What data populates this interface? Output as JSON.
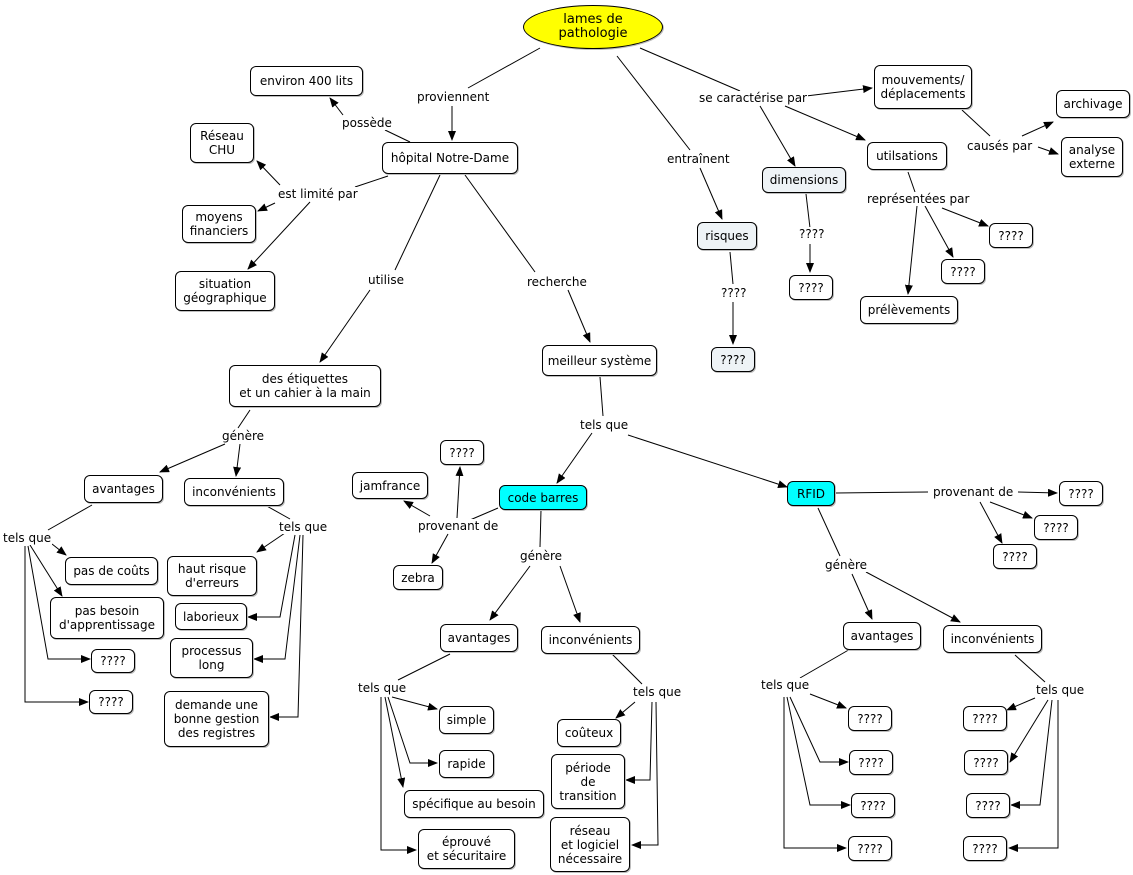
{
  "nodes": {
    "root": "lames de pathologie",
    "hopital": "hôpital Notre-Dame",
    "lits": "environ 400 lits",
    "reseau_chu": "Réseau\nCHU",
    "moyens": "moyens\nfinanciers",
    "situation": "situation\ngéographique",
    "etiquettes": "des étiquettes\net un cahier à la main",
    "avantages1": "avantages",
    "inconv1": "inconvénients",
    "pas_couts": "pas de coûts",
    "pas_besoin": "pas besoin\nd'apprentissage",
    "q_a1": "????",
    "q_a2": "????",
    "haut_risque": "haut risque\nd'erreurs",
    "laborieux": "laborieux",
    "processus": "processus\nlong",
    "demande": "demande une\nbonne gestion\ndes registres",
    "meilleur": "meilleur système",
    "code_barres": "code barres",
    "rfid": "RFID",
    "jamfrance": "jamfrance",
    "q_cb": "????",
    "zebra": "zebra",
    "avantages2": "avantages",
    "inconv2": "inconvénients",
    "simple": "simple",
    "rapide": "rapide",
    "specifique": "spécifique au besoin",
    "eprouve": "éprouvé\net sécuritaire",
    "couteux": "coûteux",
    "periode": "période\nde\ntransition",
    "reseau_log": "réseau\net logiciel\nnécessaire",
    "q_rf1": "????",
    "q_rf2": "????",
    "q_rf3": "????",
    "avantages3": "avantages",
    "inconv3": "inconvénients",
    "q_av3_1": "????",
    "q_av3_2": "????",
    "q_av3_3": "????",
    "q_av3_4": "????",
    "q_in3_1": "????",
    "q_in3_2": "????",
    "q_in3_3": "????",
    "q_in3_4": "????",
    "risques": "risques",
    "q_risques": "????",
    "dimensions": "dimensions",
    "q_dim": "????",
    "mouvements": "mouvements/\ndéplacements",
    "archivage": "archivage",
    "analyse": "analyse\nexterne",
    "utilisations": "utilsations",
    "q_ut1": "????",
    "q_ut2": "????",
    "prelevements": "prélèvements"
  },
  "links": {
    "proviennent": "proviennent",
    "possede": "possède",
    "est_limite": "est limité par",
    "utilise": "utilise",
    "recherche": "recherche",
    "genere1": "génère",
    "tels_que_av1": "tels que",
    "tels_que_in1": "tels que",
    "tels_que_ms": "tels que",
    "provenant_cb": "provenant de",
    "genere_cb": "génère",
    "tels_que_av2": "tels que",
    "tels_que_in2": "tels que",
    "provenant_rf": "provenant de",
    "genere_rf": "génère",
    "tels_que_av3": "tels que",
    "tels_que_in3": "tels que",
    "entrainent": "entraînent",
    "q_link_risques": "????",
    "caracterise": "se caractérise par",
    "q_link_dim": "????",
    "causes_par": "causés par",
    "representees": "représentées par"
  }
}
